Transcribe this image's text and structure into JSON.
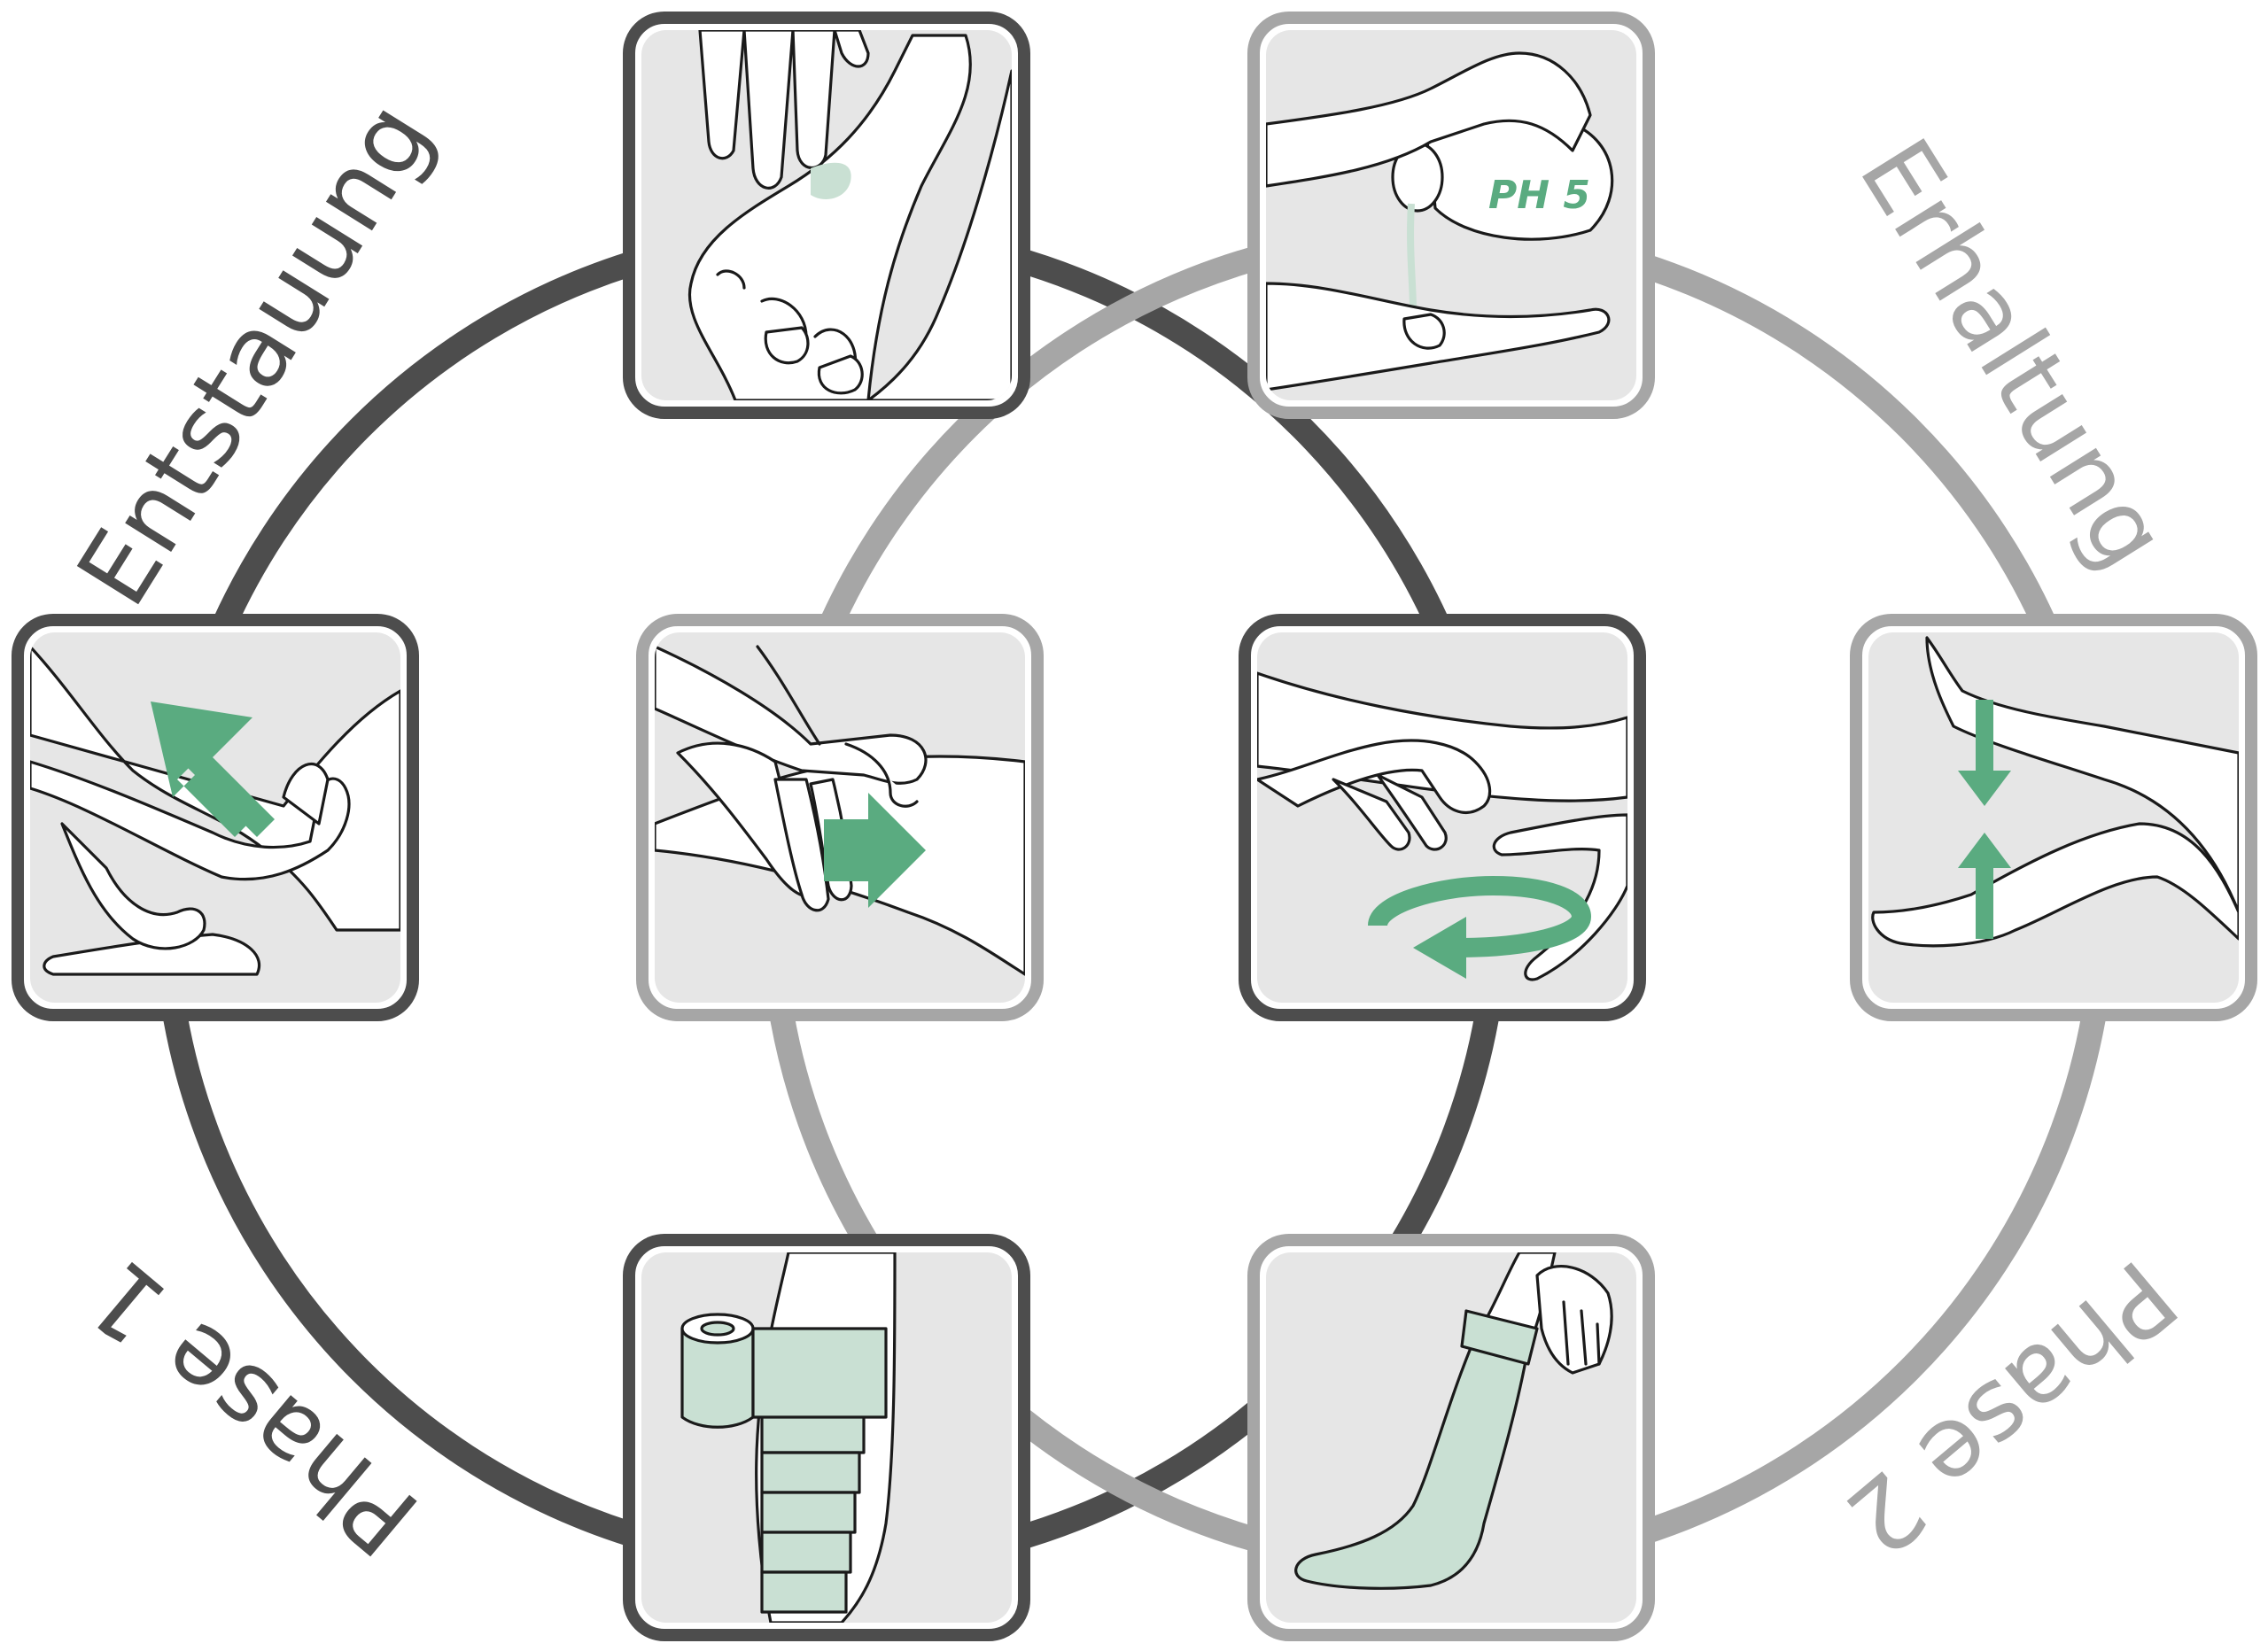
{
  "labels": {
    "entstauung": "Entstauung",
    "erhaltung": "Erhaltung",
    "phase1": "Phase 1",
    "phase2": "Phase 2",
    "ph5": "PH 5"
  },
  "colors": {
    "dark_ring": "#4d4d4d",
    "light_ring": "#a6a6a6",
    "tile_fill": "#e6e6e6",
    "accent_green": "#5aab80",
    "mint": "#c9e0d3"
  },
  "icons": {
    "foot_skin_care": "foot-skin-care-icon",
    "ph5_lotion": "ph5-lotion-icon",
    "lymph_drainage_leg": "lymph-drainage-leg-icon",
    "stroking_thigh": "stroking-thigh-icon",
    "circular_massage": "circular-massage-icon",
    "leg_exercise": "leg-exercise-icon",
    "compression_bandage": "compression-bandage-icon",
    "compression_stocking": "compression-stocking-icon"
  }
}
